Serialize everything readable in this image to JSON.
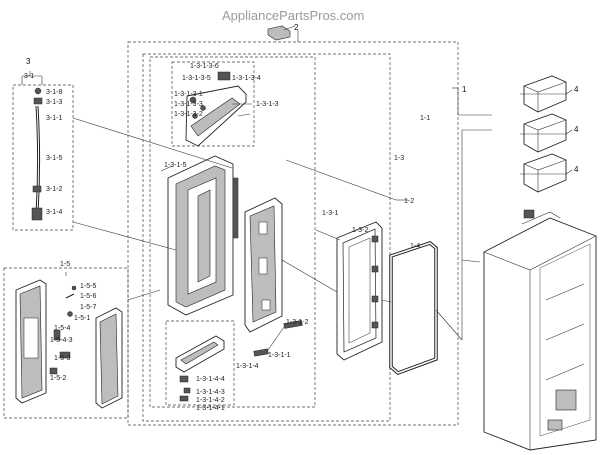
{
  "watermark": "AppliancePartsPros.com",
  "labels": {
    "l1": "1",
    "l11": "1-1",
    "l12": "1-2",
    "l13": "1-3",
    "l131": "1-3-1",
    "l132": "1-3-2",
    "l1312": "1-3-1-2",
    "l1311": "1-3-1-1",
    "l1314": "1-3-1-4",
    "l13144": "1-3-1-4-4",
    "l13143": "1-3-1-4-3",
    "l13142": "1-3-1-4-2",
    "l13141": "1-3-1-4-1",
    "l1313": "1-3-1-3",
    "l1315": "1-3-1-5",
    "l13136": "1-3-1-3-6",
    "l131352": "1-3-1-3-5",
    "l131354": "1-3-1-3-4",
    "l131351": "1-3-1-3-1",
    "l131353": "1-3-1-3-3",
    "l131355": "1-3-1-3-2",
    "l14": "1-4",
    "l15": "1-5",
    "l155": "1-5-5",
    "l156": "1-5-6",
    "l157": "1-5-7",
    "l151": "1-5-1",
    "l154": "1-5-4",
    "l1543": "1-5-4-3",
    "l153": "1-5-3",
    "l152": "1-5-2",
    "l2": "2",
    "l3": "3",
    "l31": "3-1",
    "l318": "3-1-8",
    "l313": "3-1-3",
    "l311": "3-1-1",
    "l315": "3-1-5",
    "l312": "3-1-2",
    "l314": "3-1-4",
    "l4a": "4",
    "l4b": "4",
    "l4c": "4"
  }
}
